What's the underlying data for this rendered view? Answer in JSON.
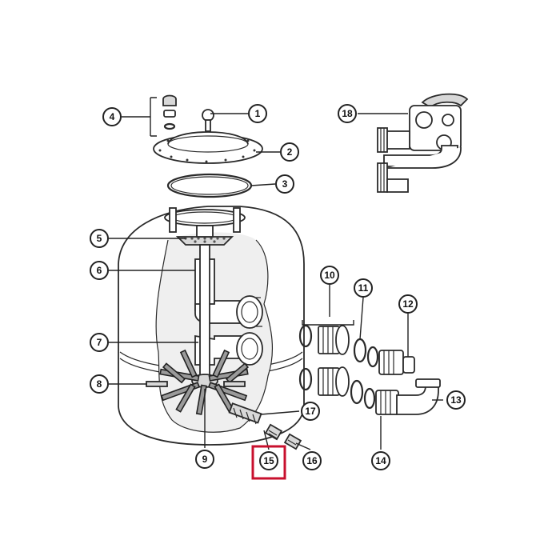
{
  "callouts": [
    {
      "id": "1",
      "label": "1"
    },
    {
      "id": "2",
      "label": "2"
    },
    {
      "id": "3",
      "label": "3"
    },
    {
      "id": "4",
      "label": "4"
    },
    {
      "id": "5",
      "label": "5"
    },
    {
      "id": "6",
      "label": "6"
    },
    {
      "id": "7",
      "label": "7"
    },
    {
      "id": "8",
      "label": "8"
    },
    {
      "id": "9",
      "label": "9"
    },
    {
      "id": "10",
      "label": "10"
    },
    {
      "id": "11",
      "label": "11"
    },
    {
      "id": "12",
      "label": "12"
    },
    {
      "id": "13",
      "label": "13"
    },
    {
      "id": "14",
      "label": "14"
    },
    {
      "id": "15",
      "label": "15"
    },
    {
      "id": "16",
      "label": "16"
    },
    {
      "id": "17",
      "label": "17"
    },
    {
      "id": "18",
      "label": "18"
    }
  ],
  "highlight": {
    "part": "15",
    "color": "#c8102e"
  }
}
